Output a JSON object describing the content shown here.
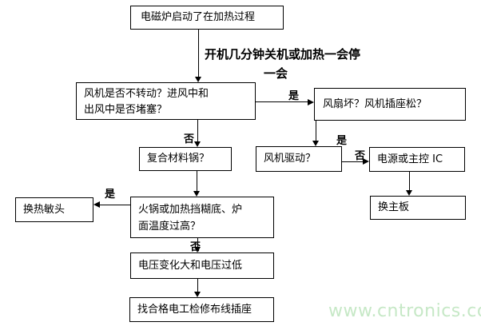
{
  "nodes": {
    "start": {
      "text": "电磁炉启动了在加热过程"
    },
    "fan_stuck": {
      "line1": "风机是否不转动？进风中和",
      "line2": "出风中是否堵塞？"
    },
    "fan_broken": {
      "text": "风扇坏？风机插座松？"
    },
    "composite_pot": {
      "text": "复合材料锅？"
    },
    "fan_drive": {
      "text": "风机驱动？"
    },
    "power_ic": {
      "text": "电源或主控 IC"
    },
    "replace_board": {
      "text": "换主板"
    },
    "replace_thermal_head": {
      "text": "换热敏头"
    },
    "overheat": {
      "line1": "火锅或加热挡糊底、炉",
      "line2": "面温度过高？"
    },
    "voltage": {
      "text": "电压变化大和电压过低"
    },
    "electrician": {
      "text": "找合格电工检修布线插座"
    }
  },
  "edge_labels": {
    "symptom_line1": "开机几分钟关机或加热一会停",
    "symptom_line2": "一会",
    "yes1": "是",
    "yes2": "是",
    "yes3": "是",
    "no1": "否",
    "no2": "否",
    "no3": "否"
  },
  "watermark": {
    "text": "www.cntronics.com",
    "color": "#c6e8c6"
  }
}
